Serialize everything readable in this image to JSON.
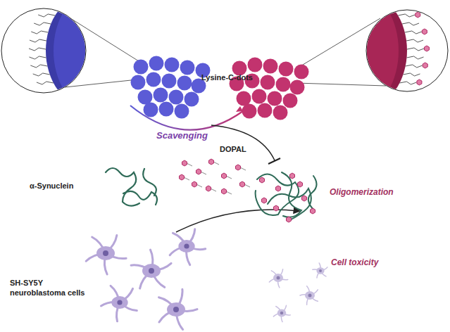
{
  "diagram": {
    "labels": [
      "Lysine-C-dots",
      "Scavenging",
      "DOPAL",
      "α-Synuclein",
      "SH-SY5Y neuroblastoma cells",
      "Oligomerization",
      "Cell toxicity"
    ]
  }
}
